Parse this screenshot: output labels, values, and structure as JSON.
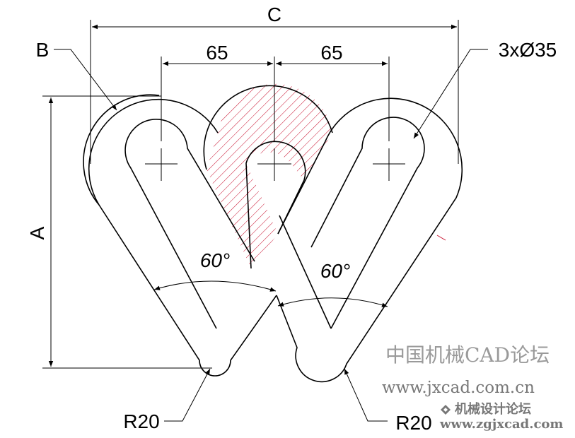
{
  "drawing": {
    "labels": {
      "dim_c": "C",
      "dim_65_left": "65",
      "dim_65_right": "65",
      "callout_b": "B",
      "callout_holes": "3xØ35",
      "dim_a": "A",
      "angle_left": "60°",
      "angle_right": "60°",
      "radius_left": "R20",
      "radius_right": "R20"
    }
  },
  "watermark": {
    "line1": "中国机械CAD论坛",
    "line2": "www.jxcad.com.cn",
    "line3": "机械设计论坛",
    "line4": "www.zgjxcad.com"
  },
  "colors": {
    "line": "#000000",
    "hatch": "#c8102e",
    "watermark": "#9a9a9a"
  }
}
